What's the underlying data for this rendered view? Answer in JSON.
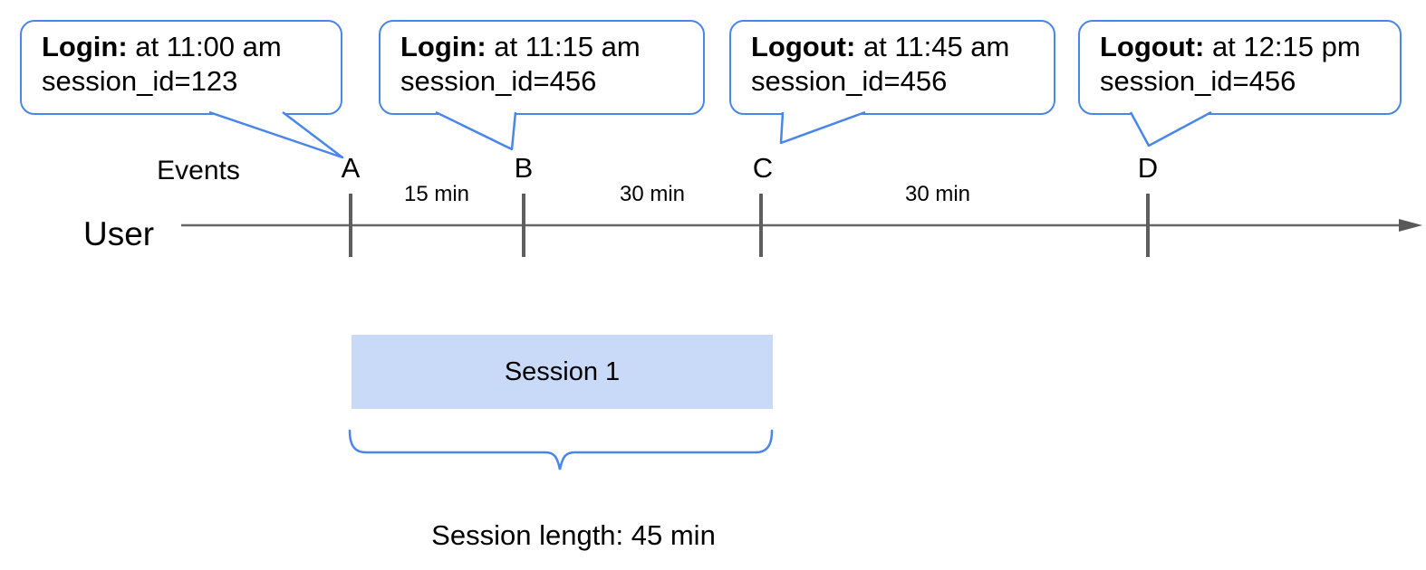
{
  "colors": {
    "accent_blue": "#4a86e8",
    "session_fill": "#c9daf8",
    "axis_gray": "#666666",
    "tick_gray": "#5e5e5e"
  },
  "callouts": [
    {
      "title": "Login:",
      "time": " at 11:00 am",
      "detail": "session_id=123"
    },
    {
      "title": "Login:",
      "time": " at 11:15 am",
      "detail": "session_id=456"
    },
    {
      "title": "Logout:",
      "time": " at 11:45 am",
      "detail": "session_id=456"
    },
    {
      "title": "Logout:",
      "time": " at 12:15 pm",
      "detail": "session_id=456"
    }
  ],
  "timeline": {
    "events_label": "Events",
    "user_label": "User",
    "tick_labels": [
      "A",
      "B",
      "C",
      "D"
    ],
    "intervals": [
      "15 min",
      "30 min",
      "30 min"
    ]
  },
  "session": {
    "label": "Session 1",
    "length_label": "Session length: 45 min"
  }
}
